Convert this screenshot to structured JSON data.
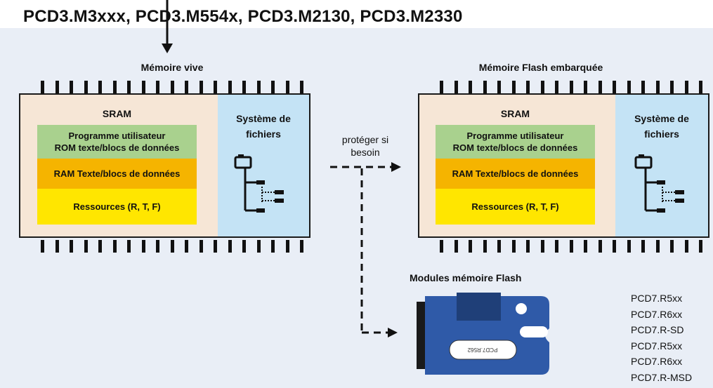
{
  "title": "PCD3.M3xxx, PCD3.M554x, PCD3.M2130, PCD3.M2330",
  "left_chip": {
    "heading": "Mémoire vive",
    "sram_label": "SRAM",
    "blocks": [
      "Programme utilisateur\nROM texte/blocs de données",
      "RAM Texte/blocs de données",
      "Ressources (R, T, F)"
    ],
    "fs_label": "Système de\nfichiers"
  },
  "right_chip": {
    "heading": "Mémoire Flash embarquée",
    "sram_label": "SRAM",
    "blocks": [
      "Programme utilisateur\nROM texte/blocs de données",
      "RAM Texte/blocs de données",
      "Ressources (R, T, F)"
    ],
    "fs_label": "Système de\nfichiers"
  },
  "protect_label": "protéger si\nbesoin",
  "modules_label": "Modules mémoire Flash",
  "card_label": "PCD7.R562",
  "products": [
    "PCD7.R5xx",
    "PCD7.R6xx",
    "PCD7.R-SD",
    "PCD7.R5xx",
    "PCD7.R6xx",
    "PCD7.R-MSD"
  ],
  "colors": {
    "background": "#e9eef6",
    "memory_area": "#f6e6d6",
    "file_system": "#c4e3f5",
    "program_block": "#a9d18e",
    "ram_block": "#f5b400",
    "resources_block": "#ffe600",
    "card_blue": "#2f5aa8"
  },
  "icons": [
    "arrow-down-icon",
    "dashed-arrow-icon",
    "folder-tree-icon",
    "flash-card-icon"
  ]
}
